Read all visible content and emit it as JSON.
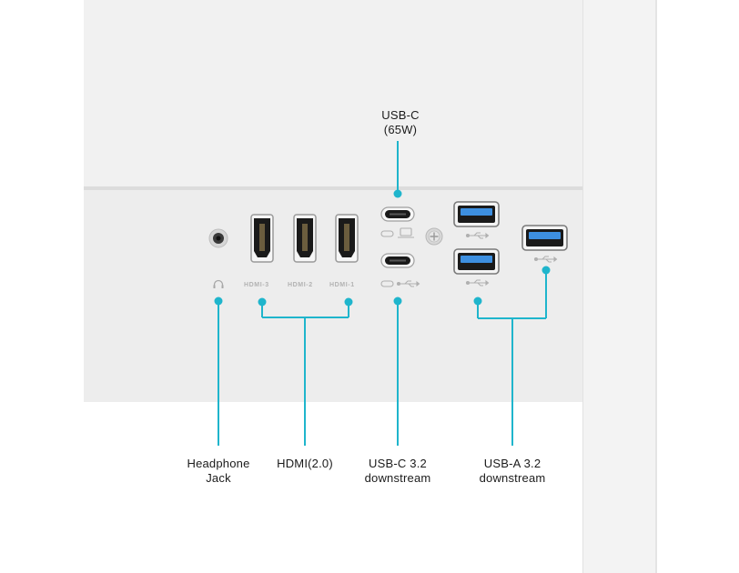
{
  "top_label": {
    "line1": "USB-C",
    "line2": "(65W)"
  },
  "callouts": [
    {
      "id": "headphone",
      "line1": "Headphone",
      "line2": "Jack"
    },
    {
      "id": "hdmi",
      "line1": "HDMI(2.0)",
      "line2": ""
    },
    {
      "id": "usbc",
      "line1": "USB-C 3.2",
      "line2": "downstream"
    },
    {
      "id": "usba",
      "line1": "USB-A 3.2",
      "line2": "downstream"
    }
  ],
  "port_labels": {
    "hdmi3": "HDMI-3",
    "hdmi2": "HDMI-2",
    "hdmi1": "HDMI-1"
  },
  "colors": {
    "accent": "#1fb5cc",
    "usb_a_tongue": "#3d8fe0",
    "panel": "#ededed"
  },
  "icons": [
    "headphone-icon",
    "usb-c-icon",
    "laptop-icon",
    "usb-icon",
    "screw-icon"
  ]
}
